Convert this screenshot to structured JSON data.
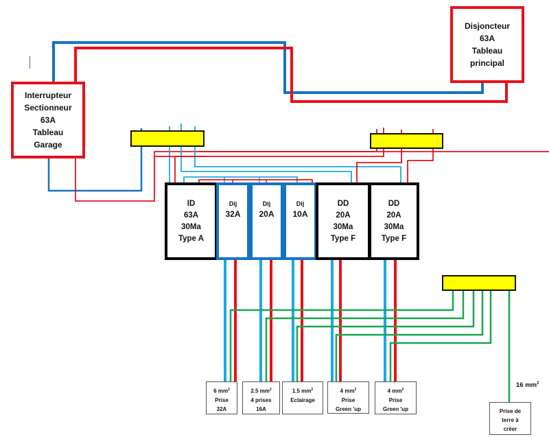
{
  "colors": {
    "phase": "#e8101a",
    "neutral_main": "#1573c4",
    "neutral_branch": "#1aa9e2",
    "earth": "#1aa650",
    "busbar": "#ffff00",
    "module_border_dij": "#1573c4",
    "module_border_diff": "#000000"
  },
  "main_panel": {
    "lines": [
      "Disjoncteur",
      "63A",
      "Tableau",
      "principal"
    ]
  },
  "garage_switch": {
    "lines": [
      "Interrupteur",
      "Sectionneur",
      "63A",
      "Tableau",
      "Garage"
    ]
  },
  "busbars": {
    "neutral": "neutral-busbar",
    "phase": "phase-busbar",
    "earth": "earth-busbar"
  },
  "modules": [
    {
      "id": "id-63a",
      "type": "diff",
      "lines": [
        "ID",
        "63A",
        "30Ma",
        "Type A"
      ]
    },
    {
      "id": "dij-32a",
      "type": "dij",
      "small": "Dij",
      "rating": "32A"
    },
    {
      "id": "dij-20a",
      "type": "dij",
      "small": "Dij",
      "rating": "20A"
    },
    {
      "id": "dij-10a",
      "type": "dij",
      "small": "Dij",
      "rating": "10A"
    },
    {
      "id": "dd-20a-1",
      "type": "diff",
      "lines": [
        "DD",
        "20A",
        "30Ma",
        "Type F"
      ]
    },
    {
      "id": "dd-20a-2",
      "type": "diff",
      "lines": [
        "DD",
        "20A",
        "30Ma",
        "Type F"
      ]
    }
  ],
  "loads": [
    {
      "section": "6 mm",
      "sup": "2",
      "lines": [
        "Prise",
        "32A"
      ]
    },
    {
      "section": "2.5 mm",
      "sup": "2",
      "lines": [
        "4 prises",
        "16A"
      ]
    },
    {
      "section": "1.5 mm",
      "sup": "2",
      "lines": [
        "Eclairage"
      ]
    },
    {
      "section": "4 mm",
      "sup": "2",
      "lines": [
        "Prise",
        "Green 'up"
      ]
    },
    {
      "section": "4 mm",
      "sup": "2",
      "lines": [
        "Prise",
        "Green 'up"
      ]
    }
  ],
  "earth": {
    "cable_label": "16 mm",
    "cable_sup": "2",
    "lines": [
      "Prise de",
      "terre à",
      "créer"
    ]
  }
}
